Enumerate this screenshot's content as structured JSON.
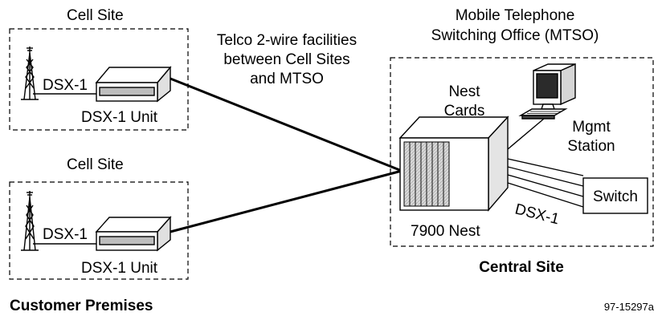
{
  "cell_sites": [
    {
      "title": "Cell Site",
      "link_label": "DSX-1",
      "unit_label": "DSX-1 Unit"
    },
    {
      "title": "Cell Site",
      "link_label": "DSX-1",
      "unit_label": "DSX-1 Unit"
    }
  ],
  "telco_caption": [
    "Telco  2-wire facilities",
    "between Cell Sites",
    "and MTSO"
  ],
  "mtso_title": [
    "Mobile Telephone",
    "Switching Office (MTSO)"
  ],
  "nest_cards_label": [
    "Nest",
    "Cards"
  ],
  "mgmt_label": [
    "Mgmt",
    "Station"
  ],
  "switch_label": "Switch",
  "dsx_bundle_label": "DSX-1",
  "nest_label": "7900 Nest",
  "central_site_label": "Central Site",
  "customer_premises_label": "Customer Premises",
  "figure_id": "97-15297a"
}
